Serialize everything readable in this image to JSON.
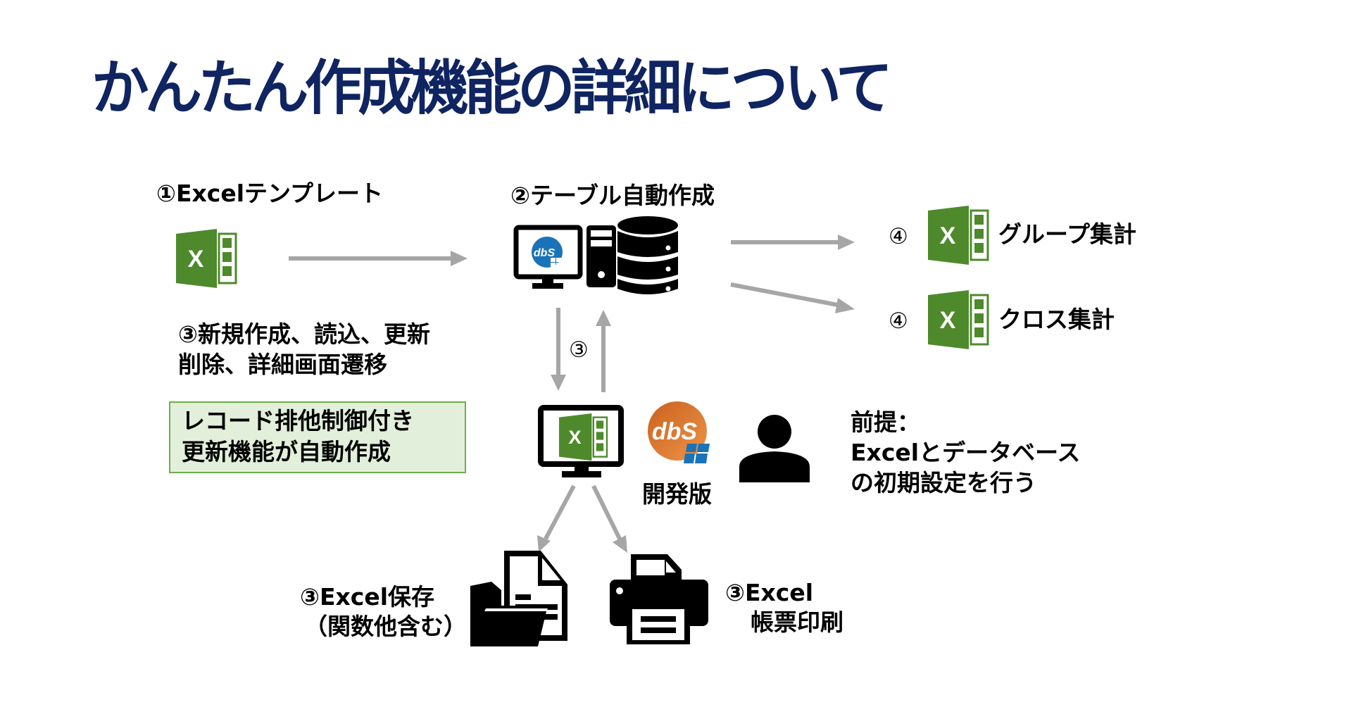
{
  "slide": {
    "title": "かんたん作成機能の詳細について"
  },
  "steps": {
    "template_label": "①Excelテンプレート",
    "table_auto_label": "②テーブル自動作成",
    "crud_line1": "③新規作成、読込、更新",
    "crud_line2": "削除、詳細画面遷移",
    "lock_note_line1": "レコード排他制御付き",
    "lock_note_line2": "更新機能が自動作成",
    "roundtrip_marker": "③",
    "group_marker": "④",
    "group_label": "グループ集計",
    "cross_marker": "④",
    "cross_label": "クロス集計",
    "dev_edition_label": "開発版",
    "prereq_line1": "前提：",
    "prereq_line2": "Excelとデータベース",
    "prereq_line3": "の初期設定を行う",
    "save_line1": "③Excel保存",
    "save_line2": "（関数他含む）",
    "print_line1": "③Excel",
    "print_line2": "帳票印刷"
  },
  "icons": {
    "excel": "excel-icon",
    "database": "database-icon",
    "desktop": "desktop-computer-icon",
    "dbsheet_logo_text": "dbS",
    "user": "user-icon",
    "folder": "folder-document-icon",
    "printer": "printer-icon"
  },
  "colors": {
    "title": "#0f2461",
    "excel_green": "#4e8a2b",
    "arrow_gray": "#a6a6a6",
    "note_fill": "#e2efda",
    "note_border": "#70ad47",
    "dbs_blue": "#1a73b8",
    "dbs_orange": "#e07a2e"
  }
}
